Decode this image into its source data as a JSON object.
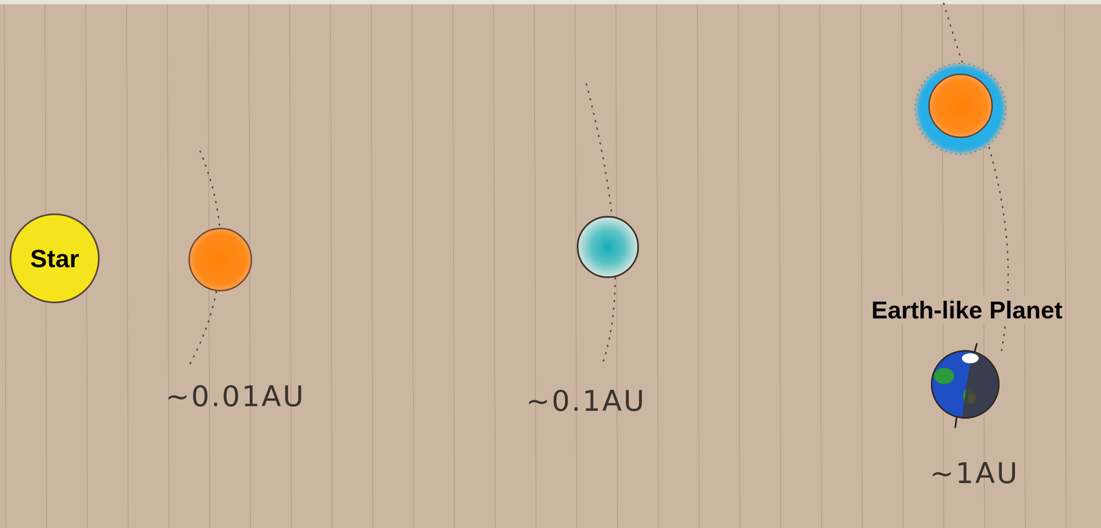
{
  "diagram": {
    "nodes": [
      {
        "text": [
          "Star"
        ]
      },
      {
        "text": [
          "Earth-like Planet"
        ]
      }
    ],
    "labels": [
      "~0.01AU",
      "~0.1AU",
      "~1AU"
    ]
  }
}
